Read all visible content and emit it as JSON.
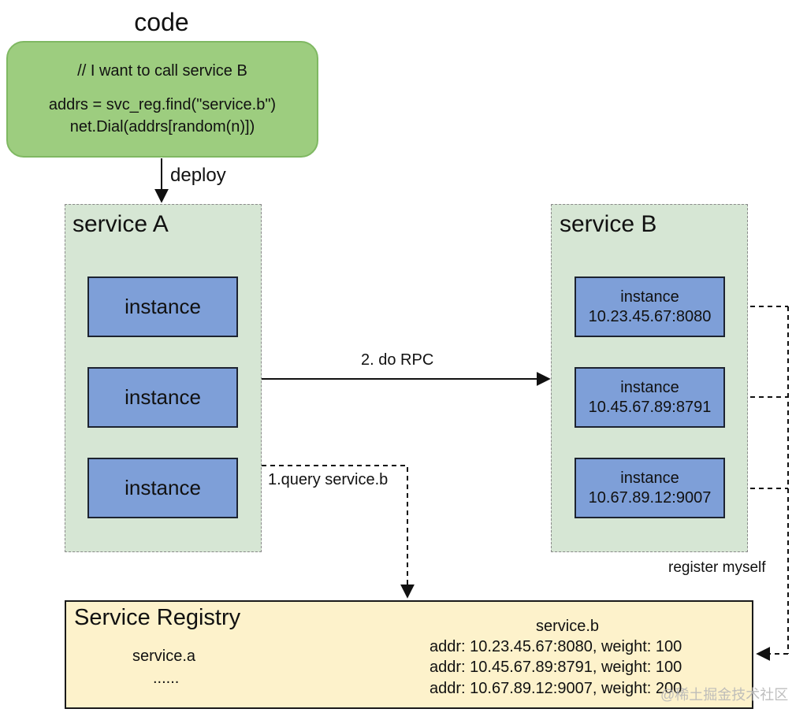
{
  "code": {
    "title": "code",
    "lines": [
      "// I want to call service B",
      "addrs = svc_reg.find(\"service.b\")",
      "net.Dial(addrs[random(n)])"
    ]
  },
  "deploy_label": "deploy",
  "service_a": {
    "title": "service A",
    "instances": [
      "instance",
      "instance",
      "instance"
    ]
  },
  "service_b": {
    "title": "service B",
    "instances": [
      {
        "label": "instance",
        "addr": "10.23.45.67:8080"
      },
      {
        "label": "instance",
        "addr": "10.45.67.89:8791"
      },
      {
        "label": "instance",
        "addr": "10.67.89.12:9007"
      }
    ]
  },
  "edges": {
    "rpc": "2. do RPC",
    "query": "1.query service.b",
    "register": "register myself"
  },
  "registry": {
    "title": "Service Registry",
    "service_a_name": "service.a",
    "service_a_more": "......",
    "service_b_name": "service.b",
    "service_b_rows": [
      "addr: 10.23.45.67:8080, weight: 100",
      "addr: 10.45.67.89:8791, weight: 100",
      "addr: 10.67.89.12:9007, weight: 200"
    ]
  },
  "watermark": "@稀土掘金技术社区",
  "colors": {
    "code_fill": "#9dcd7f",
    "service_fill": "#d6e6d4",
    "instance_fill": "#7e9fd8",
    "registry_fill": "#fdf2cb"
  }
}
